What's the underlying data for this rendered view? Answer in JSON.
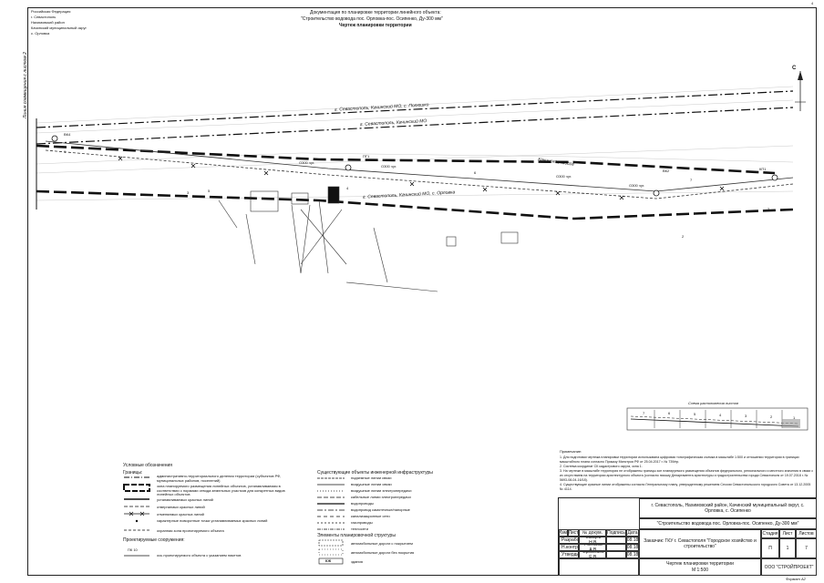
{
  "page_number": "4",
  "header_left": {
    "lines": [
      "Российская Федерация",
      "г. Севастополь",
      "Нахимовский район",
      "Качинский муниципальный округ",
      "с. Орловка"
    ]
  },
  "title": {
    "line1": "Документация по планировке территории линейного объекта:",
    "line2": "\"Строительство водовода пос. Орловка-пос. Осипенко, Ду-300 мм\"",
    "line3": "Чертеж планировки территории"
  },
  "north_label": "С",
  "map": {
    "side_label": "Линия совмещения с листом 2",
    "areas": [
      "г. Севастополь, Качинский МО, с. Полюшко",
      "г. Севастополь, Качинский МО",
      "г. Севастополь, Качинский МО, с. Орловка"
    ],
    "road": "Качинское шоссе",
    "pickets": [
      "ВК4",
      "ПГ1",
      "ВК2",
      "КП1"
    ],
    "pipe_labels": [
      "О300 чуг.",
      "О300 чуг.",
      "О300 чуг.",
      "О300 чуг."
    ],
    "numbers": [
      "1",
      "5",
      "3",
      "4",
      "6",
      "7",
      "2",
      "2"
    ]
  },
  "scheme": {
    "title": "Схема расположения листов",
    "sheets": [
      "7",
      "6",
      "5",
      "4",
      "3",
      "2",
      "1"
    ]
  },
  "notes": {
    "heading": "Примечание:",
    "items": [
      "1. Для подготовки чертежа планировки территории использована цифровая топографическая съемка в масштабе 1:500 и отношении территории в границах масштабного плана согласно Приказу Минстроя РФ от 25.04.2017 г. № 739/пр.",
      "2. Система координат СК кадастрового округа, зона 1.",
      "3. На чертеже в масштабе территория не отображены границы зон планируемого размещения объектов федерального, регионального и местного значения в связи с их отсутствием на территории архитектурного объекта (согласно письму Департамента архитектуры и градостроительства города Севастополя от 19.07.2018 г. № 5693-08-04-16/18).",
      "4. Существующие красные линии отображены согласно Генеральному плану, утвержденному решением Сессии Севастопольского городского Совета от 13.12.2005 № 4114."
    ]
  },
  "legend": {
    "heading": "Условные обозначения",
    "groups": {
      "borders": "Границы:",
      "existing_title": "Существующие объекты инженерной инфраструктуры",
      "planned_title": "Элементы планировочной структуры",
      "projected_title": "Проектируемые сооружения:"
    },
    "borders": [
      "административно-территориального деления территории (субъектов РФ, муниципальных районов, поселений)",
      "зона планируемого размещения линейных объектов, устанавливаемая в соответствии с нормами отвода земельных участков для конкретных видов линейных объектов",
      "устанавливаемых красных линий",
      "отвергаемых красных линий",
      "отменяемых красных линий",
      "характерные поворотные точки устанавливаемых красных линий",
      "охранная зона проектируемого объекта"
    ],
    "projected": [
      "ось проектируемого объекта с указанием пикетов"
    ],
    "projected_marker": "ПК 10",
    "existing": [
      "подземные линии связи",
      "воздушные линии связи",
      "воздушные линии электропередачи",
      "кабельные линии электропередачи",
      "водопроводы",
      "водопровод самотечные/напорные",
      "канализационные сети",
      "газопроводы",
      "теплосети"
    ],
    "planned": [
      "автомобильные дороги с покрытием",
      "автомобильные дороги без покрытия",
      "здания"
    ],
    "building_marker": "КЖ"
  },
  "stamp": {
    "location": "г. Севастополь, Нахимовский район, Качинский муниципальный округ, с. Орловка, с. Осипенко",
    "project": "\"Строительство водовода пос. Орловка-пос. Осипенко, Ду-300 мм\"",
    "client": "Заказчик: ГКУ г. Севастополя \"Городское хозяйство и строительство\"",
    "sheet_name": "Чертеж планировки территории",
    "scale": "М 1:500",
    "headers": [
      "Изм.",
      "Лист",
      "№ докум.",
      "Подпись",
      "Дата"
    ],
    "roles": [
      "Разработал",
      "Н.контр.",
      "Утвердил"
    ],
    "names": [
      "Зайцев Н.В.",
      "Полозов А.В.",
      "Ермолаев Е.В."
    ],
    "dates": [
      "08.18",
      "08.18",
      "08.18"
    ],
    "col_headers": [
      "Стадия",
      "Лист",
      "Листов"
    ],
    "col_values": [
      "П",
      "1",
      "7"
    ],
    "org": "ООО \"СТРОЙПРОЕКТ\"",
    "format": "Формат А2"
  }
}
